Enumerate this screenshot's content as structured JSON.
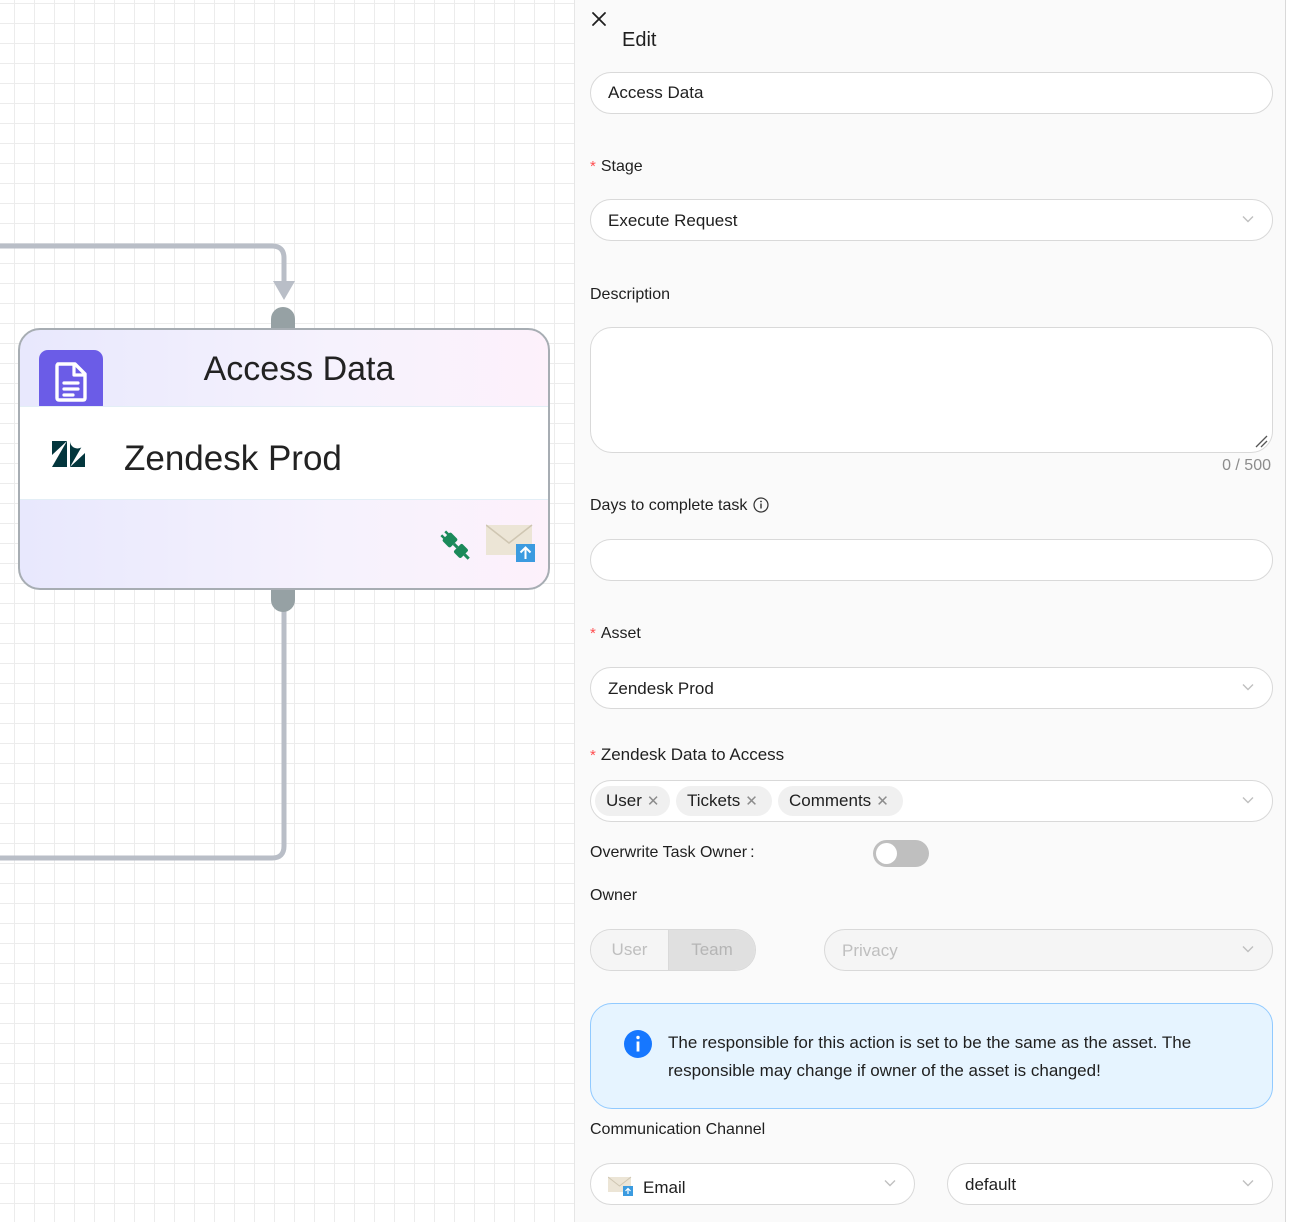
{
  "canvas": {
    "node": {
      "title": "Access Data",
      "asset": "Zendesk Prod",
      "icons": [
        "document-icon",
        "zendesk-logo-icon",
        "plug-icon",
        "mail-upload-icon"
      ]
    }
  },
  "panel": {
    "title": "Edit",
    "name_value": "Access Data",
    "stage": {
      "label": "Stage",
      "value": "Execute Request"
    },
    "description": {
      "label": "Description",
      "value": "",
      "counter": "0 / 500"
    },
    "days": {
      "label": "Days to complete task",
      "value": ""
    },
    "asset": {
      "label": "Asset",
      "value": "Zendesk Prod"
    },
    "data_access": {
      "label": "Zendesk Data to Access",
      "tags": [
        "User",
        "Tickets",
        "Comments"
      ]
    },
    "overwrite": {
      "label": "Overwrite Task Owner",
      "colon": ":",
      "enabled": false
    },
    "owner": {
      "label": "Owner",
      "seg_user": "User",
      "seg_team": "Team",
      "team_value": "Privacy"
    },
    "alert": {
      "text": "The responsible for this action is set to be the same as the asset. The responsible may change if owner of the asset is changed!"
    },
    "channel": {
      "label": "Communication Channel",
      "value": "Email",
      "template": "default"
    }
  },
  "colors": {
    "accent": "#6b5ce7",
    "required": "#ff4d4f",
    "info": "#1677ff",
    "alert_bg": "#e6f4ff"
  }
}
